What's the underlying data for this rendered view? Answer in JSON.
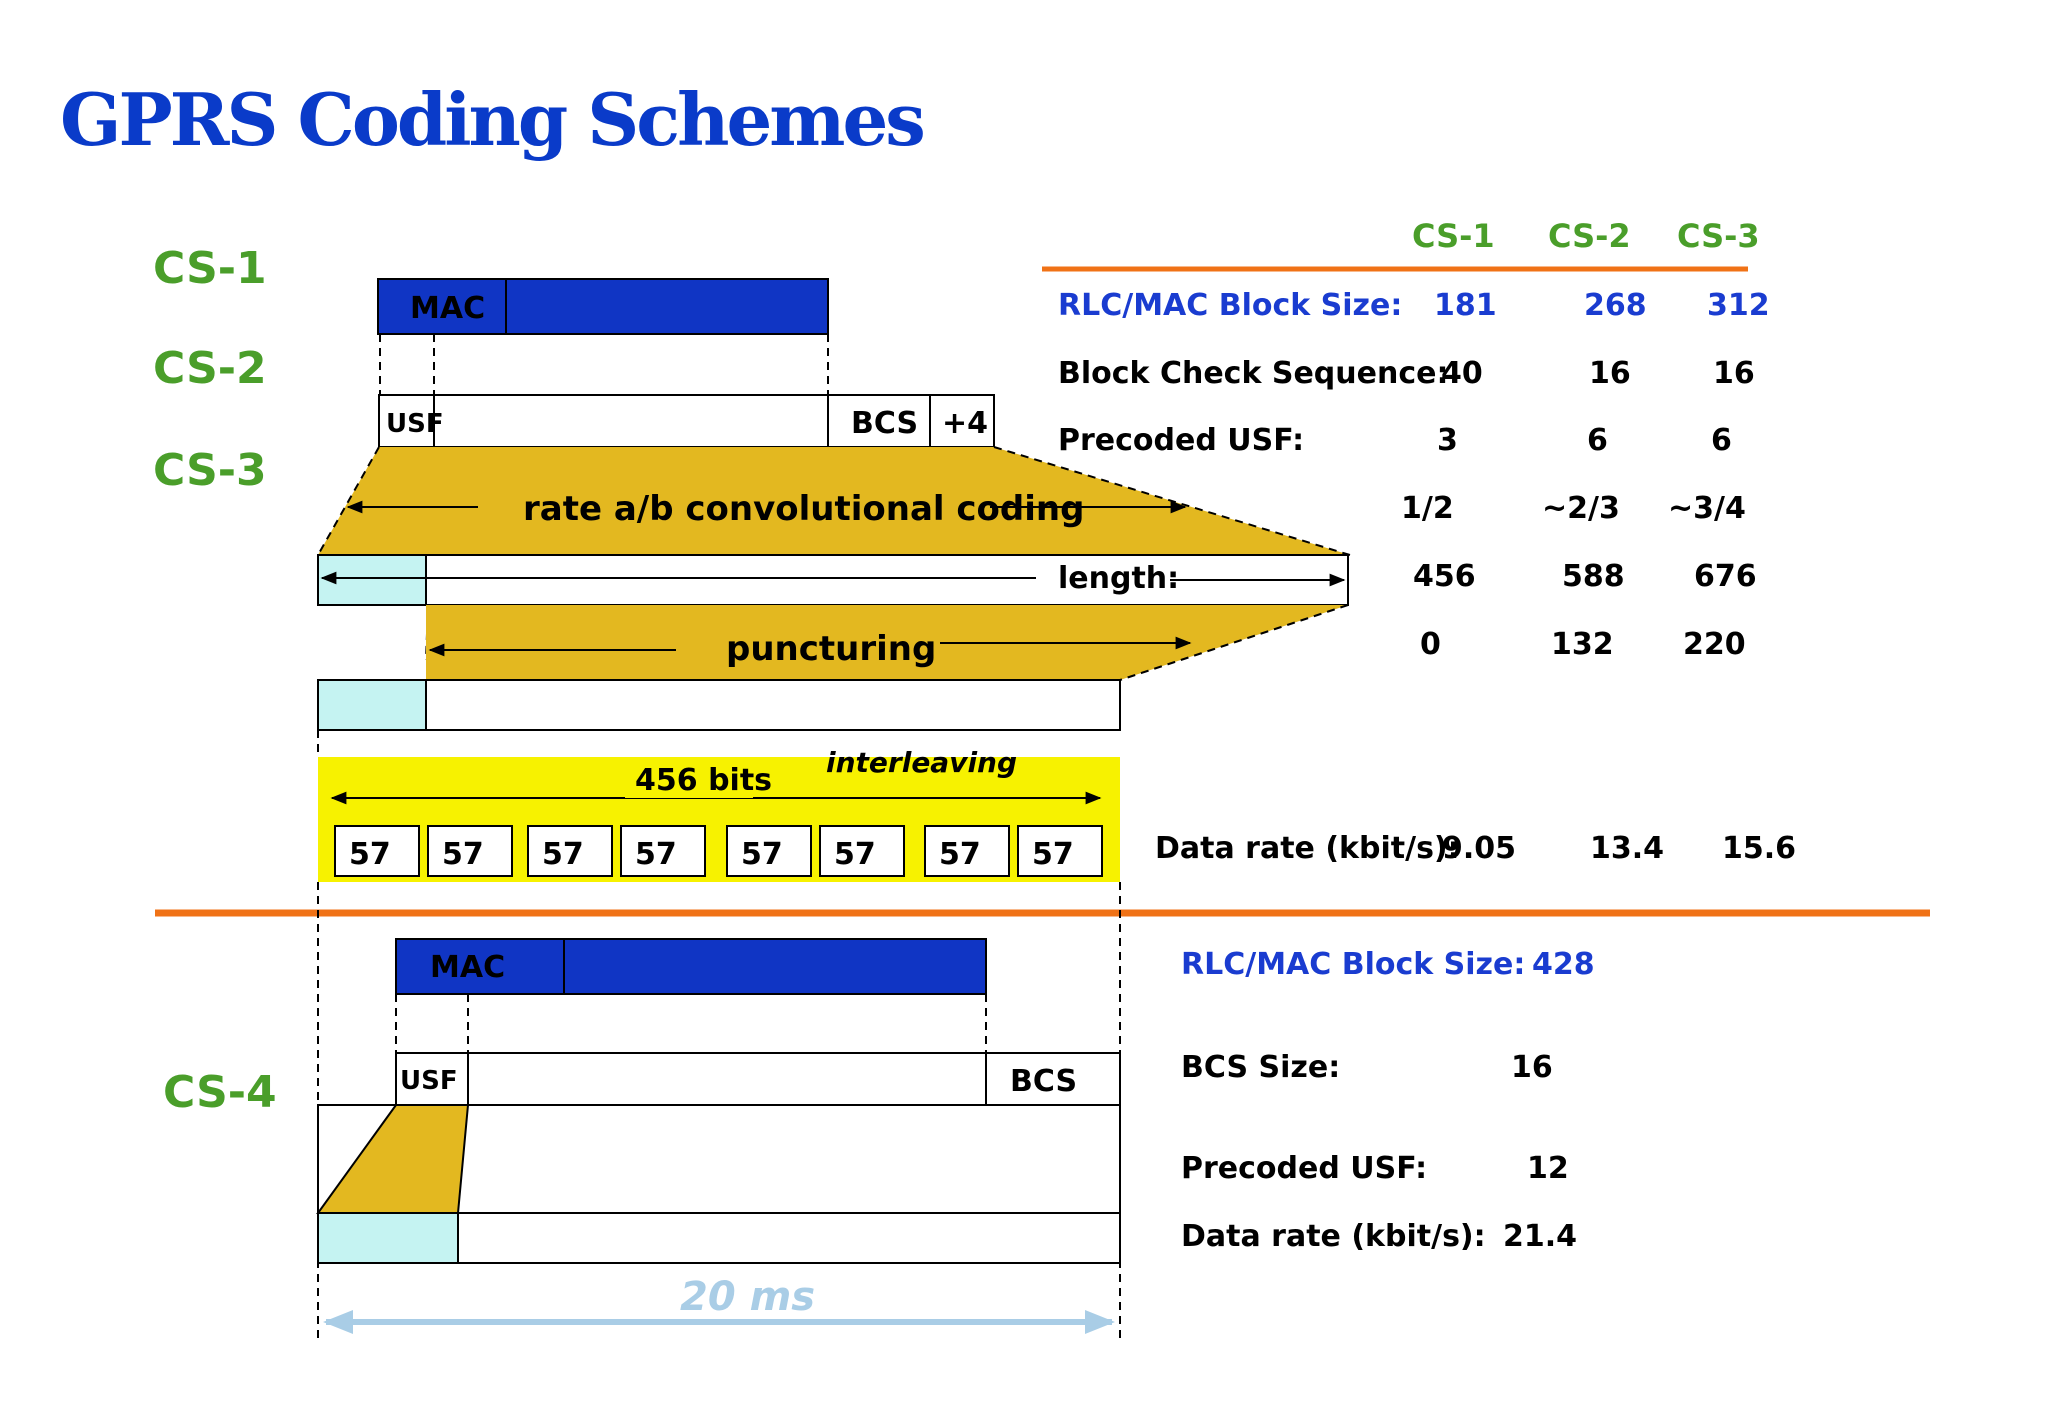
{
  "title": "GPRS Coding Schemes",
  "colors": {
    "title_blue": "#0a3bc9",
    "green": "#4a9e2a",
    "orange": "#f07216",
    "mac_blue": "#1035c4",
    "gold": "#e3b820",
    "cyan": "#c5f3f2",
    "yellow": "#f7f200",
    "light_blue": "#a9cde6",
    "text_blue": "#1a3cd0"
  },
  "scheme_labels": [
    "CS-1",
    "CS-2",
    "CS-3",
    "CS-4"
  ],
  "upper_diagram": {
    "mac": "MAC",
    "usf": "USF",
    "bcs": "BCS",
    "tail": "+4",
    "conv_coding": "rate a/b convolutional coding",
    "length": "length:",
    "puncturing": "puncturing",
    "bits": "456 bits",
    "interleaving": "interleaving",
    "bursts": [
      "57",
      "57",
      "57",
      "57",
      "57",
      "57",
      "57",
      "57"
    ]
  },
  "upper_table": {
    "columns": [
      "CS-1",
      "CS-2",
      "CS-3"
    ],
    "rows": [
      {
        "label": "RLC/MAC Block Size:",
        "values": [
          "181",
          "268",
          "312"
        ]
      },
      {
        "label": "Block Check Sequence:",
        "values": [
          "40",
          "16",
          "16"
        ]
      },
      {
        "label": "Precoded USF:",
        "values": [
          "3",
          "6",
          "6"
        ]
      },
      {
        "label": "",
        "values": [
          "1/2",
          "~2/3",
          "~3/4"
        ]
      },
      {
        "label": "",
        "values": [
          "456",
          "588",
          "676"
        ]
      },
      {
        "label": "",
        "values": [
          "0",
          "132",
          "220"
        ]
      }
    ],
    "data_rate": {
      "label": "Data rate (kbit/s):",
      "values": [
        "9.05",
        "13.4",
        "15.6"
      ]
    }
  },
  "lower_diagram": {
    "mac": "MAC",
    "usf": "USF",
    "bcs": "BCS",
    "duration": "20 ms"
  },
  "lower_table": {
    "rows": [
      {
        "label": "RLC/MAC Block Size:",
        "value": "428"
      },
      {
        "label": "BCS Size:",
        "value": "16"
      },
      {
        "label": "Precoded USF:",
        "value": "12"
      },
      {
        "label": "Data rate (kbit/s):",
        "value": "21.4"
      }
    ]
  }
}
